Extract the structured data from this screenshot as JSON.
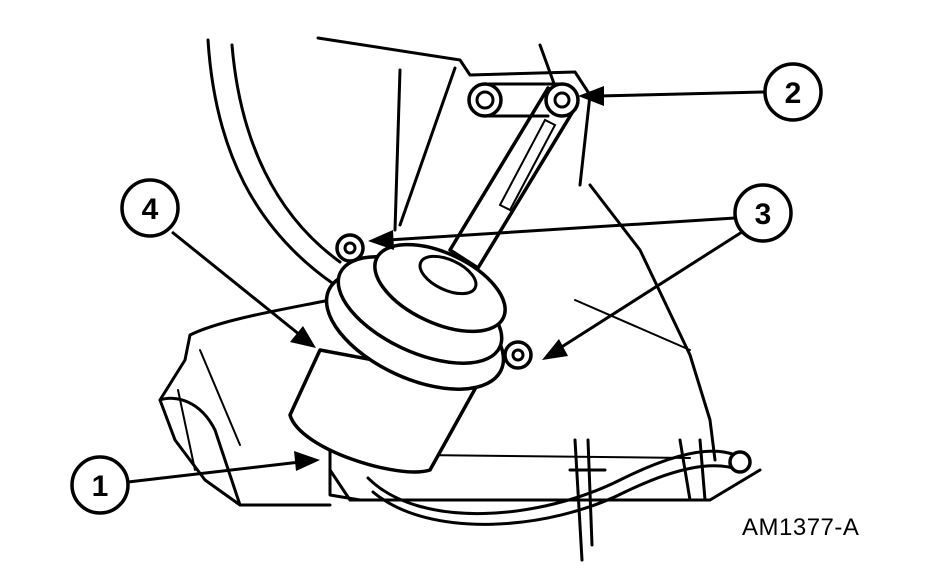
{
  "callouts": [
    {
      "id": "1",
      "label": "1"
    },
    {
      "id": "2",
      "label": "2"
    },
    {
      "id": "3",
      "label": "3"
    },
    {
      "id": "4",
      "label": "4"
    }
  ],
  "figure_id": "AM1377-A"
}
